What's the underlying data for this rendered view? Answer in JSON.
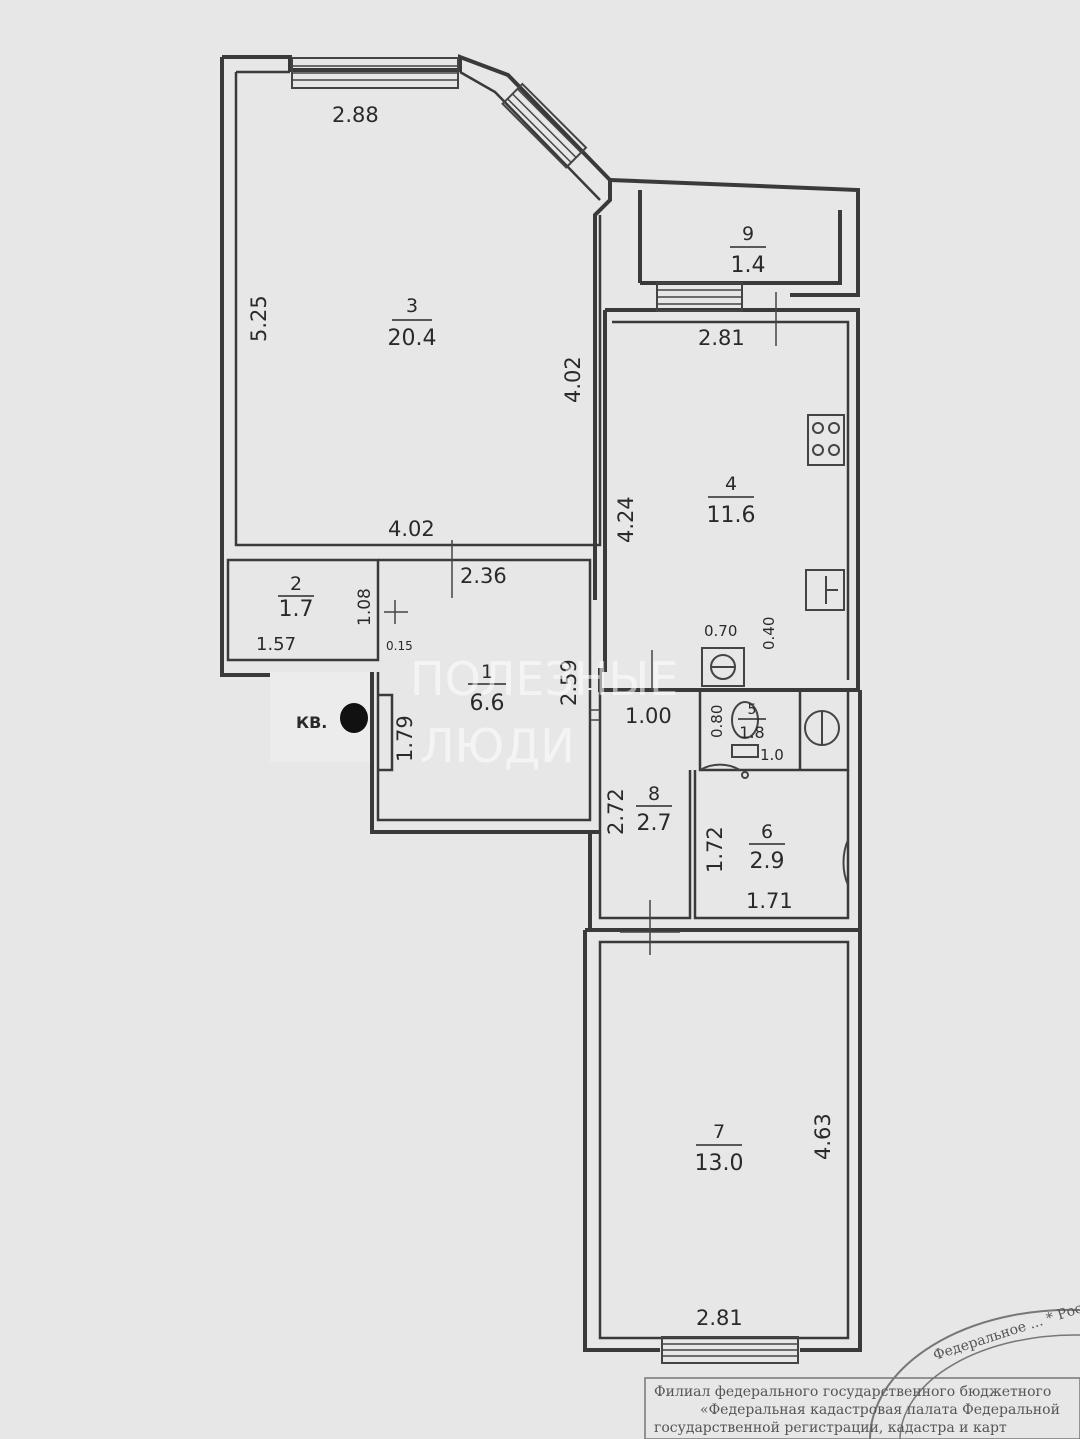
{
  "rooms": [
    {
      "number": "1",
      "area": "6.6"
    },
    {
      "number": "2",
      "area": "1.7"
    },
    {
      "number": "3",
      "area": "20.4"
    },
    {
      "number": "4",
      "area": "11.6"
    },
    {
      "number": "5",
      "area": "1.8"
    },
    {
      "number": "6",
      "area": "2.9"
    },
    {
      "number": "7",
      "area": "13.0"
    },
    {
      "number": "8",
      "area": "2.7"
    },
    {
      "number": "9",
      "area": "1.4"
    }
  ],
  "dimensions": {
    "room3_top": "2.88",
    "room3_left": "5.25",
    "room3_right": "4.02",
    "room3_bottom": "4.02",
    "hall_top": "2.36",
    "room2_side": "1.08",
    "room2_bottom": "1.57",
    "wall_015": "0.15",
    "hall_side": "1.79",
    "hall_right": "2.59",
    "corridor": "1.00",
    "balcony_kitchen": "2.81",
    "kitchen_side": "4.24",
    "niche_w": "0.70",
    "niche_d": "0.40",
    "wc_side": "0.80",
    "wc_bottom": "1.0",
    "room8_side": "2.72",
    "bath_side": "1.72",
    "bath_bottom": "1.71",
    "room7_side": "4.63",
    "room7_bottom": "2.81"
  },
  "entrance_label": "КВ.",
  "watermark": {
    "line1": "ПОЛЕЗНЫЕ",
    "line2": "ЛЮДИ"
  },
  "stamp": {
    "ring_text": "Федеральное ... * Россия * Финиал фе...",
    "line1": "Филиал федерального государственного бюджетного",
    "line2": "«Федеральная кадастровая палата Федеральной",
    "line3": "государственной регистрации, кадастра и карт"
  }
}
